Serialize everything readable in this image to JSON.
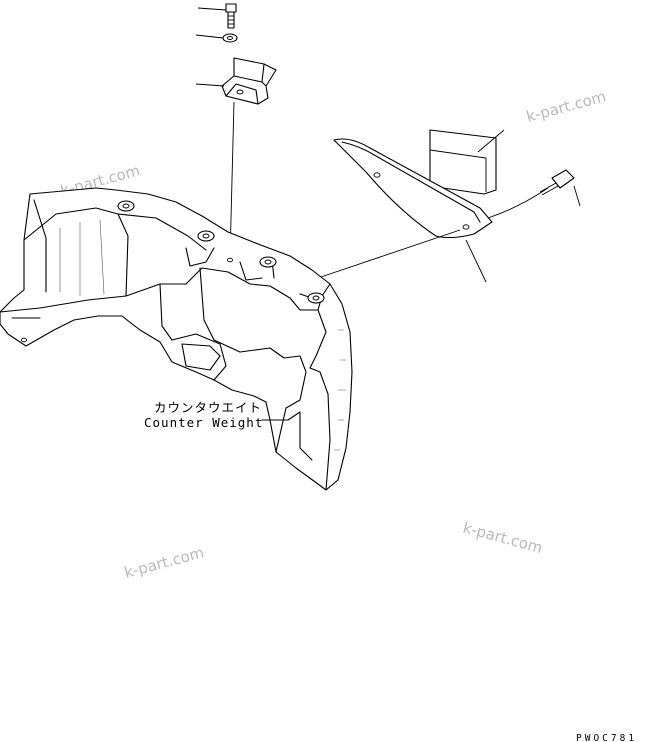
{
  "diagram": {
    "label_jp": "カウンタウエイト",
    "label_en": "Counter Weight",
    "drawing_code": "PWOC781",
    "watermark": "k-part.com"
  }
}
